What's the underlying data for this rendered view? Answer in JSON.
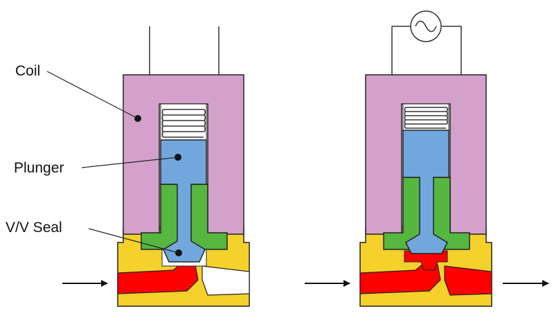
{
  "labels": {
    "coil": "Coil",
    "plunger": "Plunger",
    "seal": "V/V Seal"
  },
  "icons": {
    "ac_source": "ac-source-icon",
    "flow_arrow": "arrow-right-icon"
  },
  "colors": {
    "coil": "#d4a1cc",
    "plunger": "#72a7dd",
    "core": "#55b640",
    "body": "#f5d12b",
    "fluid": "#ff0000",
    "outline": "#222222"
  },
  "states": [
    {
      "id": "de-energized",
      "powered": false,
      "seal_open": false,
      "outlet_flow": false
    },
    {
      "id": "energized",
      "powered": true,
      "seal_open": true,
      "outlet_flow": true
    }
  ]
}
